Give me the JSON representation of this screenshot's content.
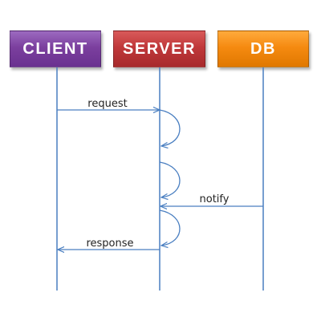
{
  "actors": {
    "client": "CLIENT",
    "server": "SERVER",
    "db": "DB"
  },
  "messages": {
    "request": "request",
    "notify": "notify",
    "response": "response"
  },
  "colors": {
    "client": "#7b3f9e",
    "server": "#c0383a",
    "db": "#f58a10",
    "lines": "#4a7fc1"
  }
}
